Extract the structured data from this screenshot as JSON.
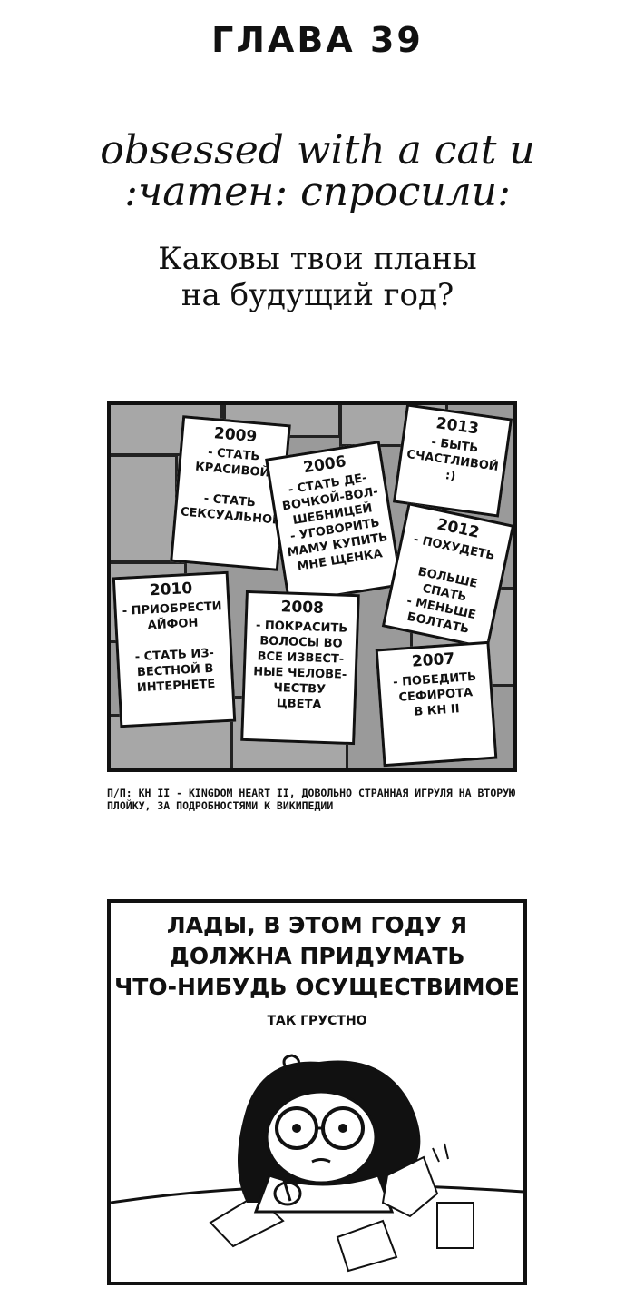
{
  "header": {
    "chapter": "ГЛАВА 39",
    "credit_line1": "obsessed with a cat и",
    "credit_line2": ":чатен: спросили:",
    "question_line1": "Каковы твои планы",
    "question_line2": "на будущий год?"
  },
  "notes": [
    {
      "year": "2009",
      "text": "- СТАТЬ\nКРАСИВОЙ\n\n- СТАТЬ\nСЕКСУАЛЬНОЙ"
    },
    {
      "year": "2006",
      "text": "- СТАТЬ ДЕ-\nВОЧКОЙ-ВОЛ-\nШЕБНИЦЕЙ\n- УГОВОРИТЬ\nМАМУ КУПИТЬ\nМНЕ ЩЕНКА"
    },
    {
      "year": "2013",
      "text": "- БЫТЬ\nСЧАСТЛИВОЙ\n:)"
    },
    {
      "year": "2012",
      "text": "- ПОХУДЕТЬ\n\nБОЛЬШЕ\nСПАТЬ\n- МЕНЬШЕ\nБОЛТАТЬ"
    },
    {
      "year": "2010",
      "text": "- ПРИОБРЕСТИ\nАЙФОН\n\n- СТАТЬ ИЗ-\nВЕСТНОЙ В\nИНТЕРНЕТЕ"
    },
    {
      "year": "2008",
      "text": "- ПОКРАСИТЬ\nВОЛОСЫ ВО\nВСЕ ИЗВЕСТ-\nНЫЕ ЧЕЛОВЕ-\nЧЕСТВУ ЦВЕТА"
    },
    {
      "year": "2007",
      "text": "- ПОБЕДИТЬ\nСЕФИРОТА\nВ КН II"
    }
  ],
  "footnote": "П/П: КН II - KINGDOM HEART II, ДОВОЛЬНО СТРАННАЯ ИГРУЛЯ НА ВТОРУЮ ПЛОЙКУ, ЗА ПОДРОБНОСТЯМИ К ВИКИПЕДИИ",
  "panel2": {
    "line1": "ЛАДЫ, В ЭТОМ ГОДУ Я",
    "line2": "ДОЛЖНА ПРИДУМАТЬ",
    "line3": "ЧТО-НИБУДЬ ОСУЩЕСТВИМОЕ",
    "small": "ТАК ГРУСТНО"
  }
}
